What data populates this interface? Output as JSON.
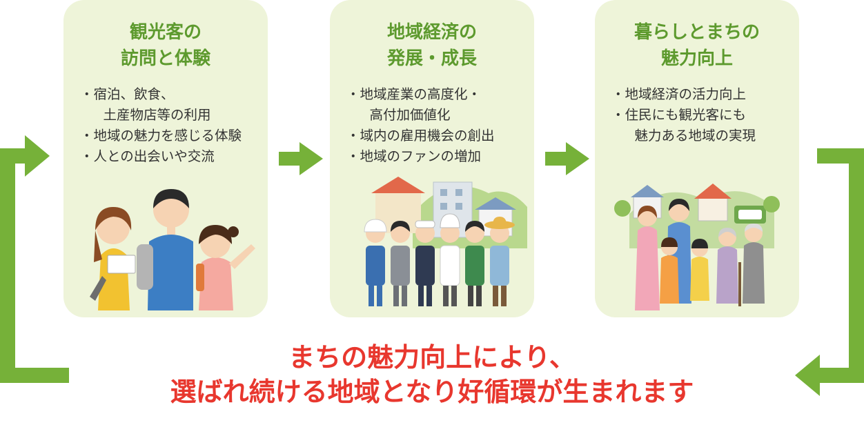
{
  "cards": [
    {
      "title_line1": "観光客の",
      "title_line2": "訪問と体験",
      "bullets": [
        "・宿泊、飲食、\n　土産物店等の利用",
        "・地域の魅力を感じる体験",
        "・人との出会いや交流"
      ],
      "illustration": "tourist-family-illustration"
    },
    {
      "title_line1": "地域経済の",
      "title_line2": "発展・成長",
      "bullets": [
        "・地域産業の高度化・\n　高付加価値化",
        "・域内の雇用機会の創出",
        "・地域のファンの増加"
      ],
      "illustration": "local-workers-illustration"
    },
    {
      "title_line1": "暮らしとまちの",
      "title_line2": "魅力向上",
      "bullets": [
        "・地域経済の活力向上",
        "・住民にも観光客にも\n　魅力ある地域の実現"
      ],
      "illustration": "residents-community-illustration"
    }
  ],
  "footer": {
    "line1": "まちの魅力向上により、",
    "line2": "選ばれ続ける地域となり好循環が生まれます"
  },
  "colors": {
    "card_bg": "#eef4d9",
    "title_green": "#5d9a2e",
    "arrow_green": "#76b139",
    "footer_red": "#e8372e",
    "body_text": "#333333"
  }
}
